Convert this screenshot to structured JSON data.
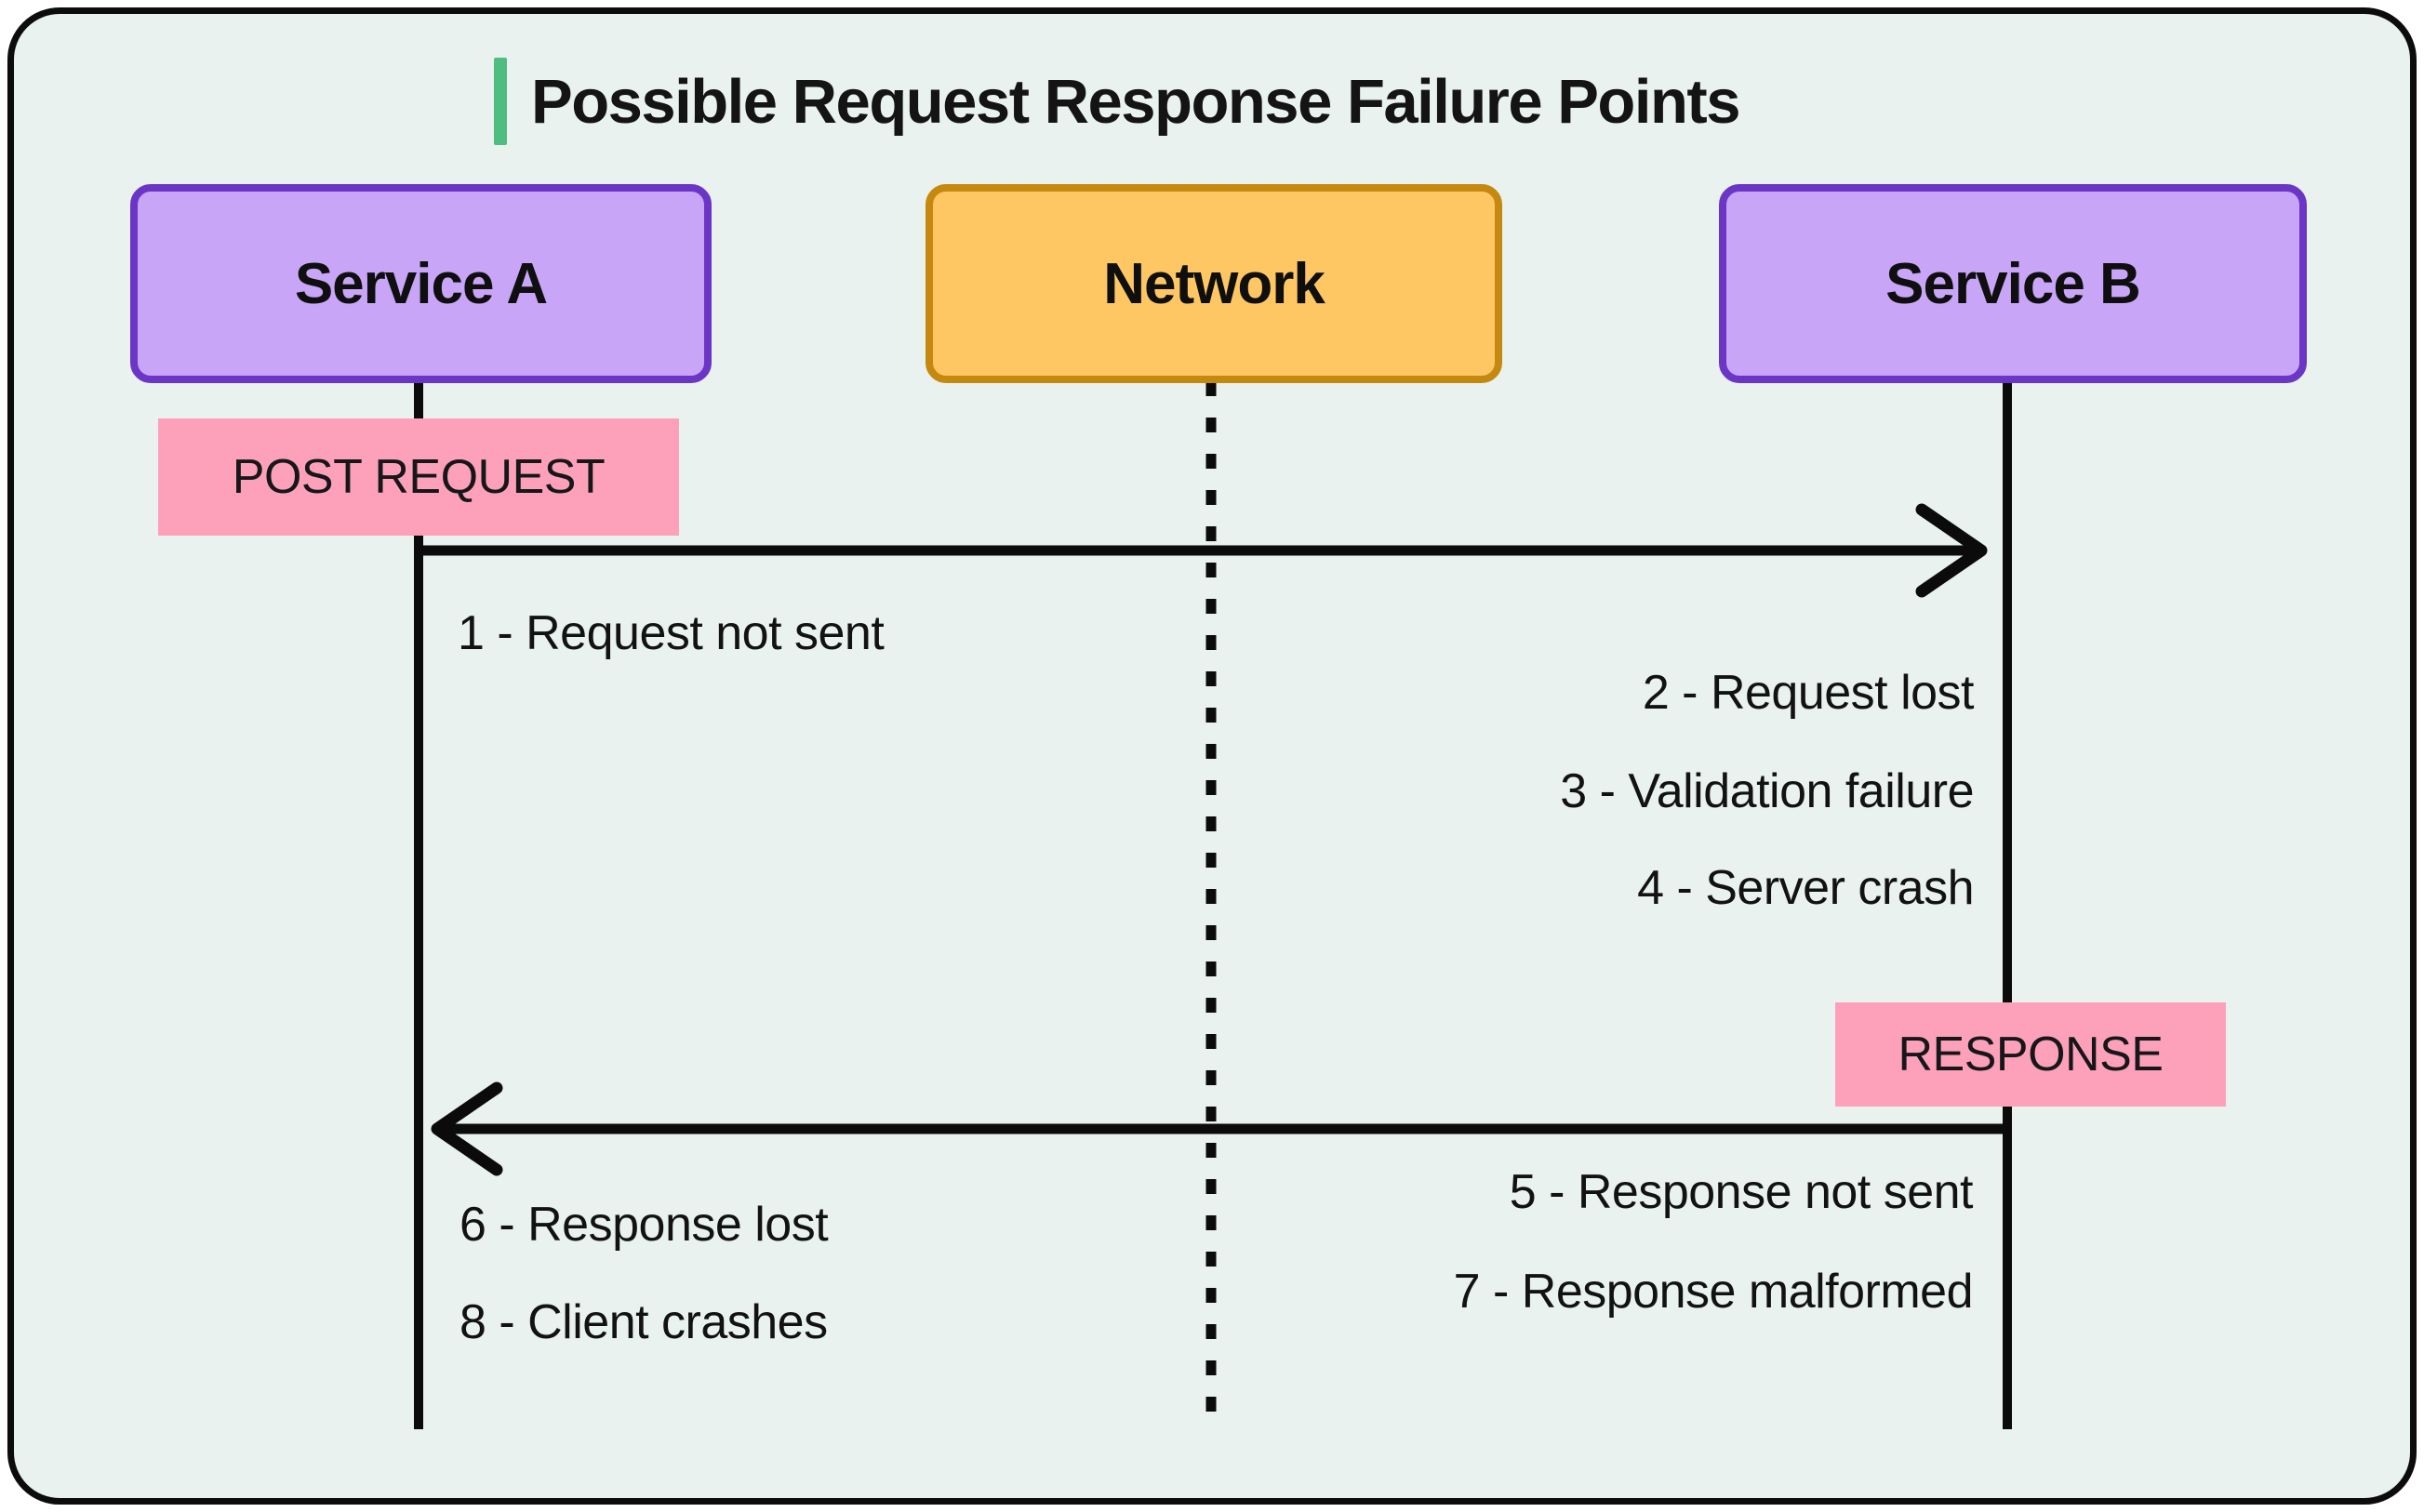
{
  "title": {
    "text": "Possible Request Response Failure Points",
    "accent_color": "#4fbd81"
  },
  "actors": [
    {
      "id": "service-a",
      "label": "Service A",
      "fill": "#c9a5f8",
      "border": "#6b35c6"
    },
    {
      "id": "network",
      "label": "Network",
      "fill": "#fec763",
      "border": "#c6890f"
    },
    {
      "id": "service-b",
      "label": "Service B",
      "fill": "#c9a5f8",
      "border": "#6b35c6"
    }
  ],
  "messages": [
    {
      "id": "post-request",
      "label": "POST REQUEST",
      "from": "Service A",
      "to": "Service B",
      "direction": "right",
      "badge_color": "#fda1bb"
    },
    {
      "id": "response",
      "label": "RESPONSE",
      "from": "Service B",
      "to": "Service A",
      "direction": "left",
      "badge_color": "#fda1bb"
    }
  ],
  "failures": {
    "request": {
      "left": [
        "1 - Request not sent"
      ],
      "right": [
        "2 - Request lost",
        "3 - Validation failure",
        "4 - Server crash"
      ]
    },
    "response": {
      "right": [
        "5 - Response not sent",
        "7 - Response malformed"
      ],
      "left": [
        "6 - Response lost",
        "8 - Client crashes"
      ]
    }
  },
  "colors": {
    "canvas_background": "#e9f2ee",
    "canvas_border": "#0c0c0c",
    "line_color": "#0b0b0b",
    "text_color": "#121212"
  }
}
